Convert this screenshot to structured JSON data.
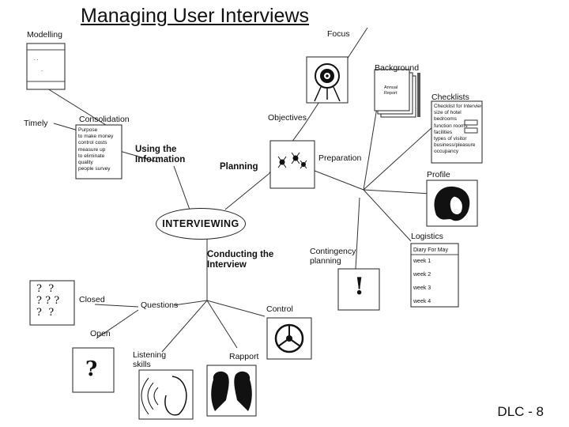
{
  "title": "Managing User Interviews",
  "footer": "DLC - 8",
  "hub": "INTERVIEWING",
  "branches": {
    "using_information": "Using the\nInformation",
    "planning": "Planning",
    "conducting": "Conducting the\nInterview"
  },
  "labels": {
    "modelling": "Modelling",
    "timely": "Timely",
    "consolidation": "Consolidation",
    "objectives": "Objectives",
    "focus": "Focus",
    "background": "Background",
    "checklists": "Checklists",
    "preparation": "Preparation",
    "profile": "Profile",
    "logistics": "Logistics",
    "contingency": "Contingency\nplanning",
    "closed": "Closed",
    "questions": "Questions",
    "open": "Open",
    "listening": "Listening\nskills",
    "rapport": "Rapport",
    "control": "Control"
  },
  "consolidation_items": [
    "Purpose",
    "to make money",
    "control costs",
    "measure up",
    "to eliminate",
    "quality",
    "people survey"
  ],
  "checklist_items": [
    "Checklist for Interview",
    "size of hotel",
    "bedrooms",
    "function rooms",
    "facilities",
    "types of visitor",
    "business/pleasure",
    "occupancy"
  ],
  "logistics": {
    "heading": "Diary For May",
    "weeks": [
      "week 1",
      "week 2",
      "week 3",
      "week 4"
    ]
  },
  "background_doc": "Annual\nReport",
  "closed_marks": "?  ?\n? ? ?\n?  ?",
  "open_mark": "?",
  "contingency_mark": "!"
}
